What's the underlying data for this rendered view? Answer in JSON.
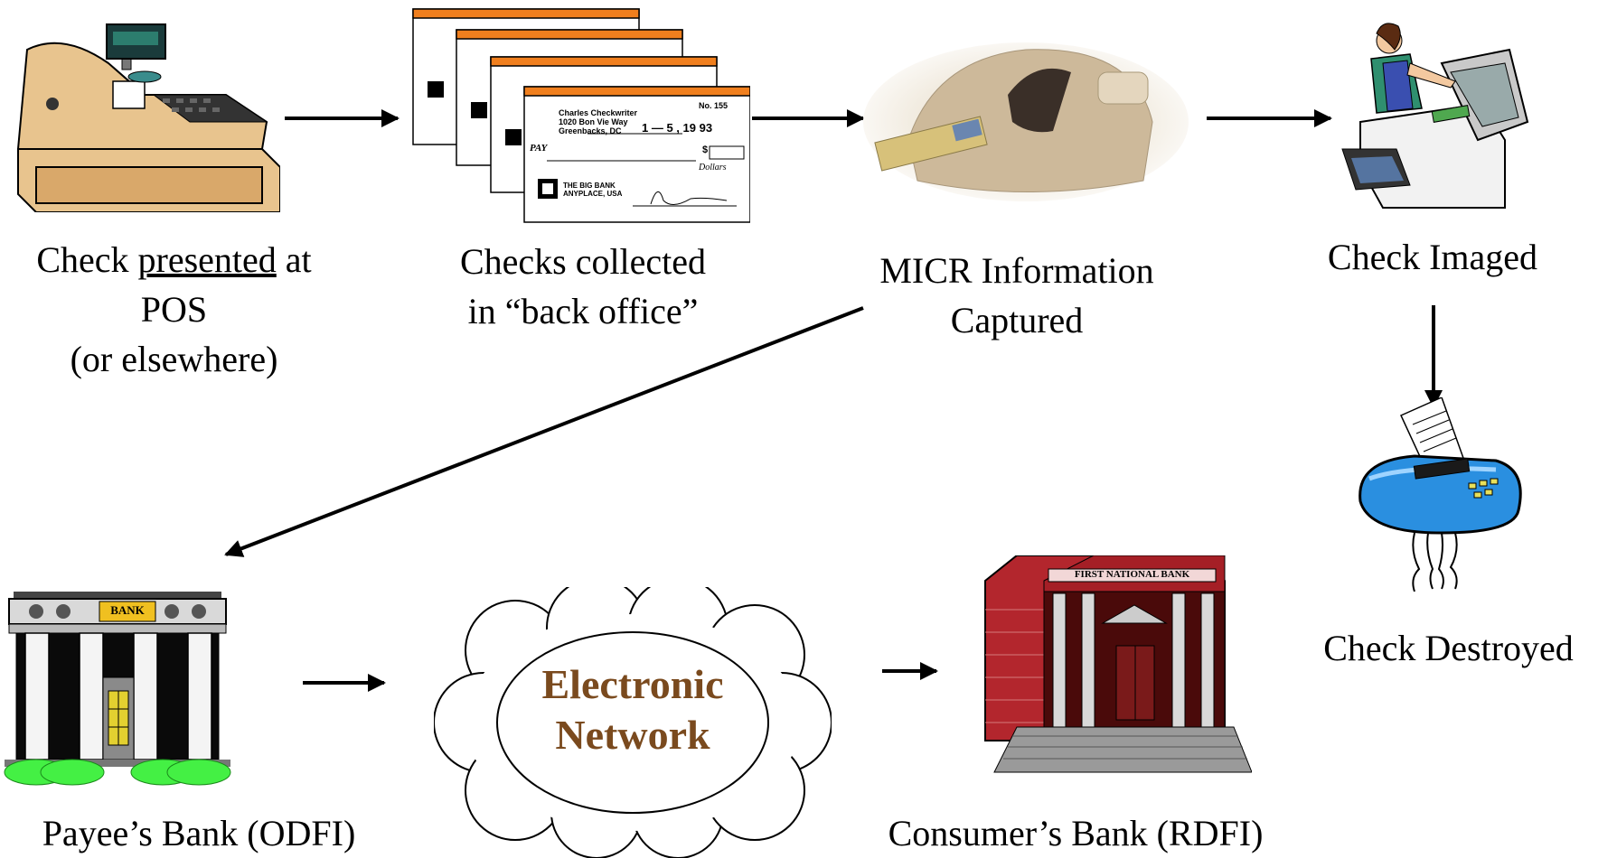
{
  "steps": {
    "pos": {
      "line1_pre": "Check ",
      "line1_u": "presented",
      "line1_post": " at",
      "line2": "POS",
      "line3": "(or elsewhere)"
    },
    "collected": {
      "line1": "Checks collected",
      "line2": "in “back office”"
    },
    "micr": {
      "line1": "MICR Information",
      "line2": "Captured"
    },
    "imaged": {
      "line1": "Check Imaged"
    },
    "destroyed": {
      "line1": "Check Destroyed"
    },
    "payee_bank": {
      "line1": "Payee’s Bank (ODFI)"
    },
    "network": {
      "line1": "Electronic",
      "line2": "Network"
    },
    "consumer_bank": {
      "line1": "Consumer’s Bank (RDFI)"
    }
  },
  "check": {
    "name": "Charles Checkwriter",
    "address1": "1020 Bon Vie Way",
    "address2": "Greenbacks, DC",
    "number": "No. 155",
    "date": "1 — 5 , 19 93",
    "pay": "PAY",
    "dollars": "Dollars",
    "bank_name": "THE BIG BANK",
    "bank_location": "ANYPLACE, USA"
  },
  "bank_signs": {
    "payee": "BANK",
    "consumer": "FIRST NATIONAL BANK"
  },
  "colors": {
    "network_text": "#7a4a1e",
    "check_stripe": "#f07f1e",
    "shredder": "#2a8fe0",
    "brick": "#b3262d",
    "hedge": "#44f044"
  }
}
